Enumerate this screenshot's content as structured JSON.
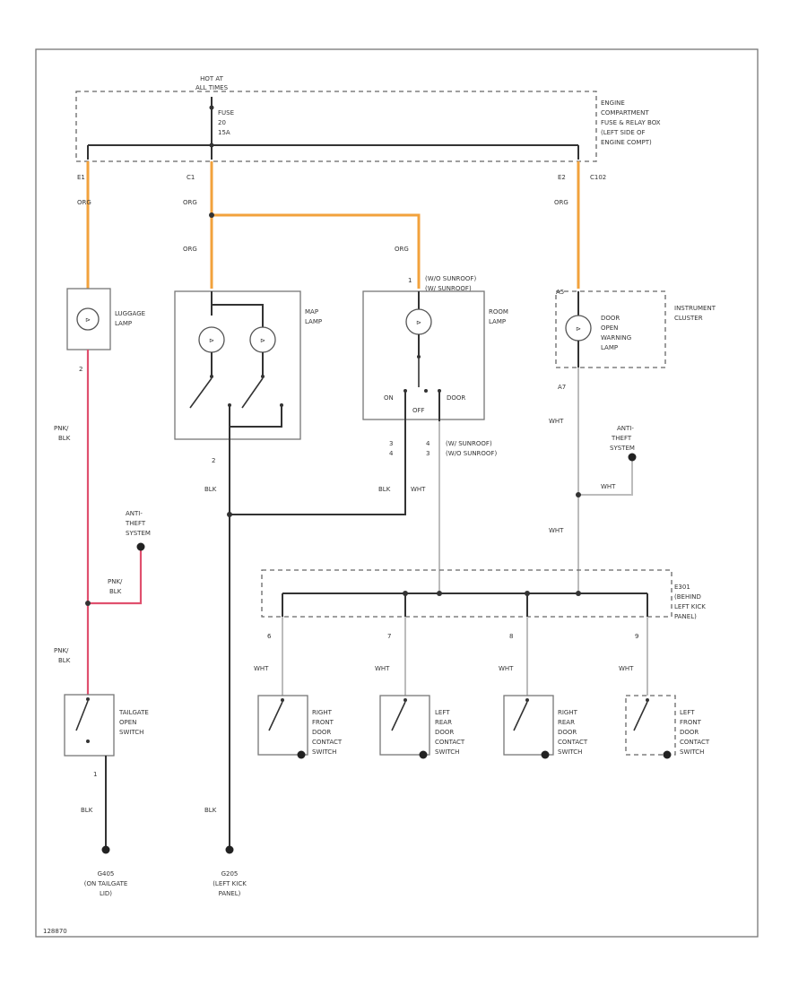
{
  "diagram": {
    "hot_at": [
      "HOT AT",
      "ALL TIMES"
    ],
    "fuse": [
      "FUSE",
      "20",
      "15A"
    ],
    "fuse_box": [
      "ENGINE",
      "COMPARTMENT",
      "FUSE & RELAY BOX",
      "(LEFT SIDE OF",
      "ENGINE COMPT)"
    ],
    "wire_colors": {
      "org": "ORG",
      "pnk_blk": [
        "PNK/",
        "BLK"
      ],
      "blk": "BLK",
      "wht": "WHT"
    },
    "pins": {
      "e1": "E1",
      "c1": "C1",
      "e2": "E2",
      "c102": "C102",
      "p1": "1",
      "p2": "2",
      "p3": "3",
      "p4": "4",
      "p6": "6",
      "p7": "7",
      "p8": "8",
      "p9": "9",
      "a7": "A7",
      "a5": "A5"
    },
    "luggage_lamp": [
      "LUGGAGE",
      "LAMP"
    ],
    "map_lamp": [
      "MAP",
      "LAMP"
    ],
    "room_lamp": [
      "ROOM",
      "LAMP"
    ],
    "sunroof_top": [
      "(W/O SUNROOF)",
      "(W/ SUNROOF)"
    ],
    "sunroof_bottom": [
      "(W/ SUNROOF)",
      "(W/O SUNROOF)"
    ],
    "room_switch": {
      "on": "ON",
      "off": "OFF",
      "door": "DOOR"
    },
    "instrument_cluster": [
      "INSTRUMENT",
      "CLUSTER"
    ],
    "door_warning_lamp": [
      "DOOR",
      "OPEN",
      "WARNING",
      "LAMP"
    ],
    "anti_theft": [
      "ANTI-",
      "THEFT",
      "SYSTEM"
    ],
    "e301": [
      "E301",
      "(BEHIND",
      "LEFT KICK",
      "PANEL)"
    ],
    "tailgate_switch": [
      "TAILGATE",
      "OPEN",
      "SWITCH"
    ],
    "door_switches": [
      [
        "RIGHT",
        "FRONT",
        "DOOR",
        "CONTACT",
        "SWITCH"
      ],
      [
        "LEFT",
        "REAR",
        "DOOR",
        "CONTACT",
        "SWITCH"
      ],
      [
        "RIGHT",
        "REAR",
        "DOOR",
        "CONTACT",
        "SWITCH"
      ],
      [
        "LEFT",
        "FRONT",
        "DOOR",
        "CONTACT",
        "SWITCH"
      ]
    ],
    "ground_g405": [
      "G405",
      "(ON TAILGATE",
      "LID)"
    ],
    "ground_g205": [
      "G205",
      "(LEFT KICK",
      "PANEL)"
    ],
    "footer_code": "128870"
  }
}
